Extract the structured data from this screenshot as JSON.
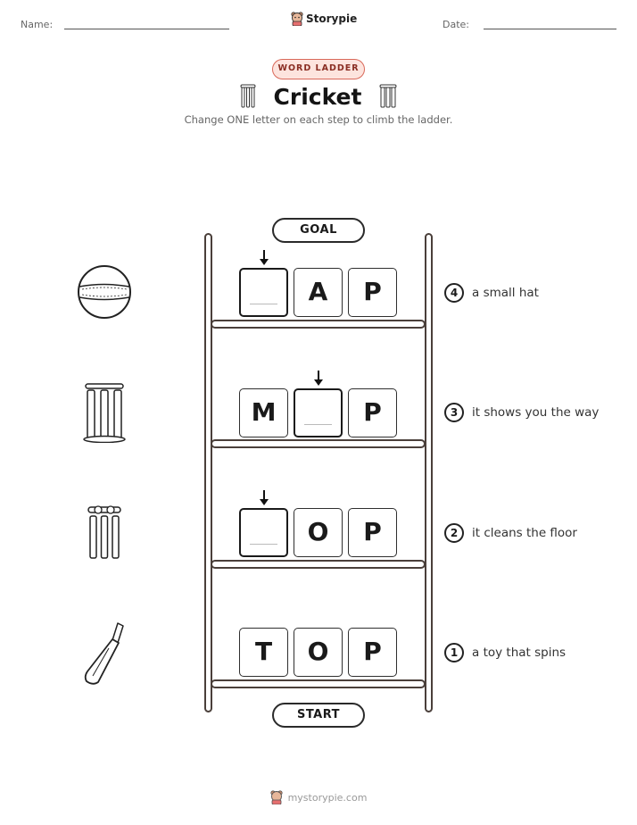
{
  "header": {
    "name_label": "Name:",
    "date_label": "Date:",
    "brand": "Storypie"
  },
  "badge": "WORD LADDER",
  "title": "Cricket",
  "subtitle": "Change ONE letter on each step to climb the ladder.",
  "goal_label": "GOAL",
  "start_label": "START",
  "steps": [
    {
      "number": "4",
      "clue": "a small hat",
      "letters": [
        "",
        "A",
        "P"
      ],
      "picture": "cricket-ball-icon"
    },
    {
      "number": "3",
      "clue": "it shows you the way",
      "letters": [
        "M",
        "",
        "P"
      ],
      "picture": "wicket-stand-icon"
    },
    {
      "number": "2",
      "clue": "it cleans the floor",
      "letters": [
        "",
        "O",
        "P"
      ],
      "picture": "wicket-stumps-icon"
    },
    {
      "number": "1",
      "clue": "a toy that spins",
      "letters": [
        "T",
        "O",
        "P"
      ],
      "picture": "cricket-bat-icon"
    }
  ],
  "footer": "mystorypie.com",
  "colors": {
    "badge_border": "#d9695a",
    "badge_fill": "#fde4de",
    "ladder": "#4a3f3a"
  }
}
